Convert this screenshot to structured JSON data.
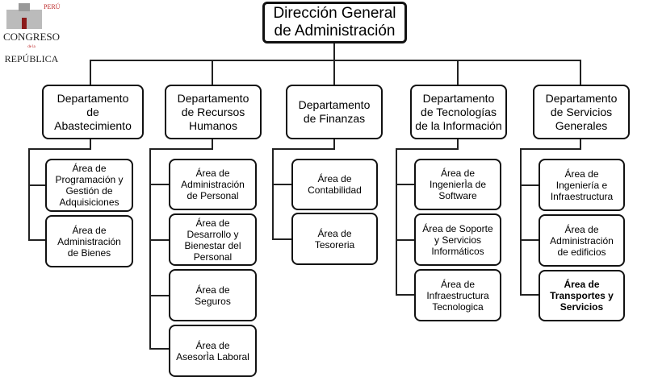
{
  "logo": {
    "top": "PERÚ",
    "line1": "CONGRESO",
    "line2": "de la",
    "line3": "REPÚBLICA"
  },
  "root": "Dirección General\nde Administración",
  "departments": [
    {
      "name": "Departamento\nde\nAbastecimiento",
      "areas": [
        "Área de\nProgramación y\nGestión de\nAdquisiciones",
        "Área de\nAdministración\nde Bienes"
      ]
    },
    {
      "name": "Departamento\nde Recursos\nHumanos",
      "areas": [
        "Área de\nAdministración\nde Personal",
        "Área de\nDesarrollo y\nBienestar del\nPersonal",
        "Área de\nSeguros",
        "Área de\nAsesorÌa Laboral"
      ]
    },
    {
      "name": "Departamento\nde Finanzas",
      "areas": [
        "Área de\nContabilidad",
        "Área de\nTesoreria"
      ]
    },
    {
      "name": "Departamento\nde Tecnologías\nde la Información",
      "areas": [
        "Área de\nIngenierÌa de\nSoftware",
        "Área de Soporte\ny Servicios\nInformáticos",
        "Área de\nInfraestructura\nTecnologica"
      ]
    },
    {
      "name": "Departamento\nde Servicios\nGenerales",
      "areas": [
        "Área de\nIngeniería  e\nInfraestructura",
        "Área de\nAdministración\nde edificios",
        "Área de\nTransportes y\nServicios"
      ]
    }
  ]
}
